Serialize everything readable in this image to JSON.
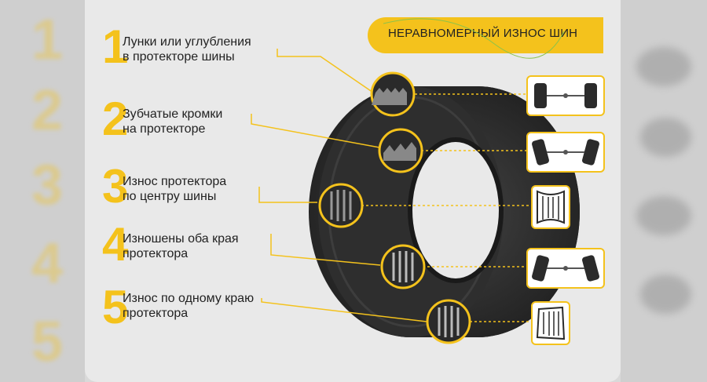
{
  "banner": {
    "title": "НЕРАВНОМЕРНЫЙ ИЗНОС ШИН"
  },
  "items": [
    {
      "number": "1",
      "label": "Лунки или углубления\nв протекторе шины",
      "icon": "axle-wheels-icon"
    },
    {
      "number": "2",
      "label": "Зубчатые кромки\nна протекторе",
      "icon": "axle-wheels-tilted-icon"
    },
    {
      "number": "3",
      "label": "Износ протектора\nпо центру шины",
      "icon": "tire-profile-center-wear-icon"
    },
    {
      "number": "4",
      "label": "Изношены оба края\nпротектора",
      "icon": "axle-wheels-tilted-icon"
    },
    {
      "number": "5",
      "label": "Износ по одному краю\nпротектора",
      "icon": "tire-profile-edge-wear-icon"
    }
  ],
  "colors": {
    "accent": "#f4c21c",
    "tire": "#2b2b2b",
    "background": "#e9e9e9"
  }
}
